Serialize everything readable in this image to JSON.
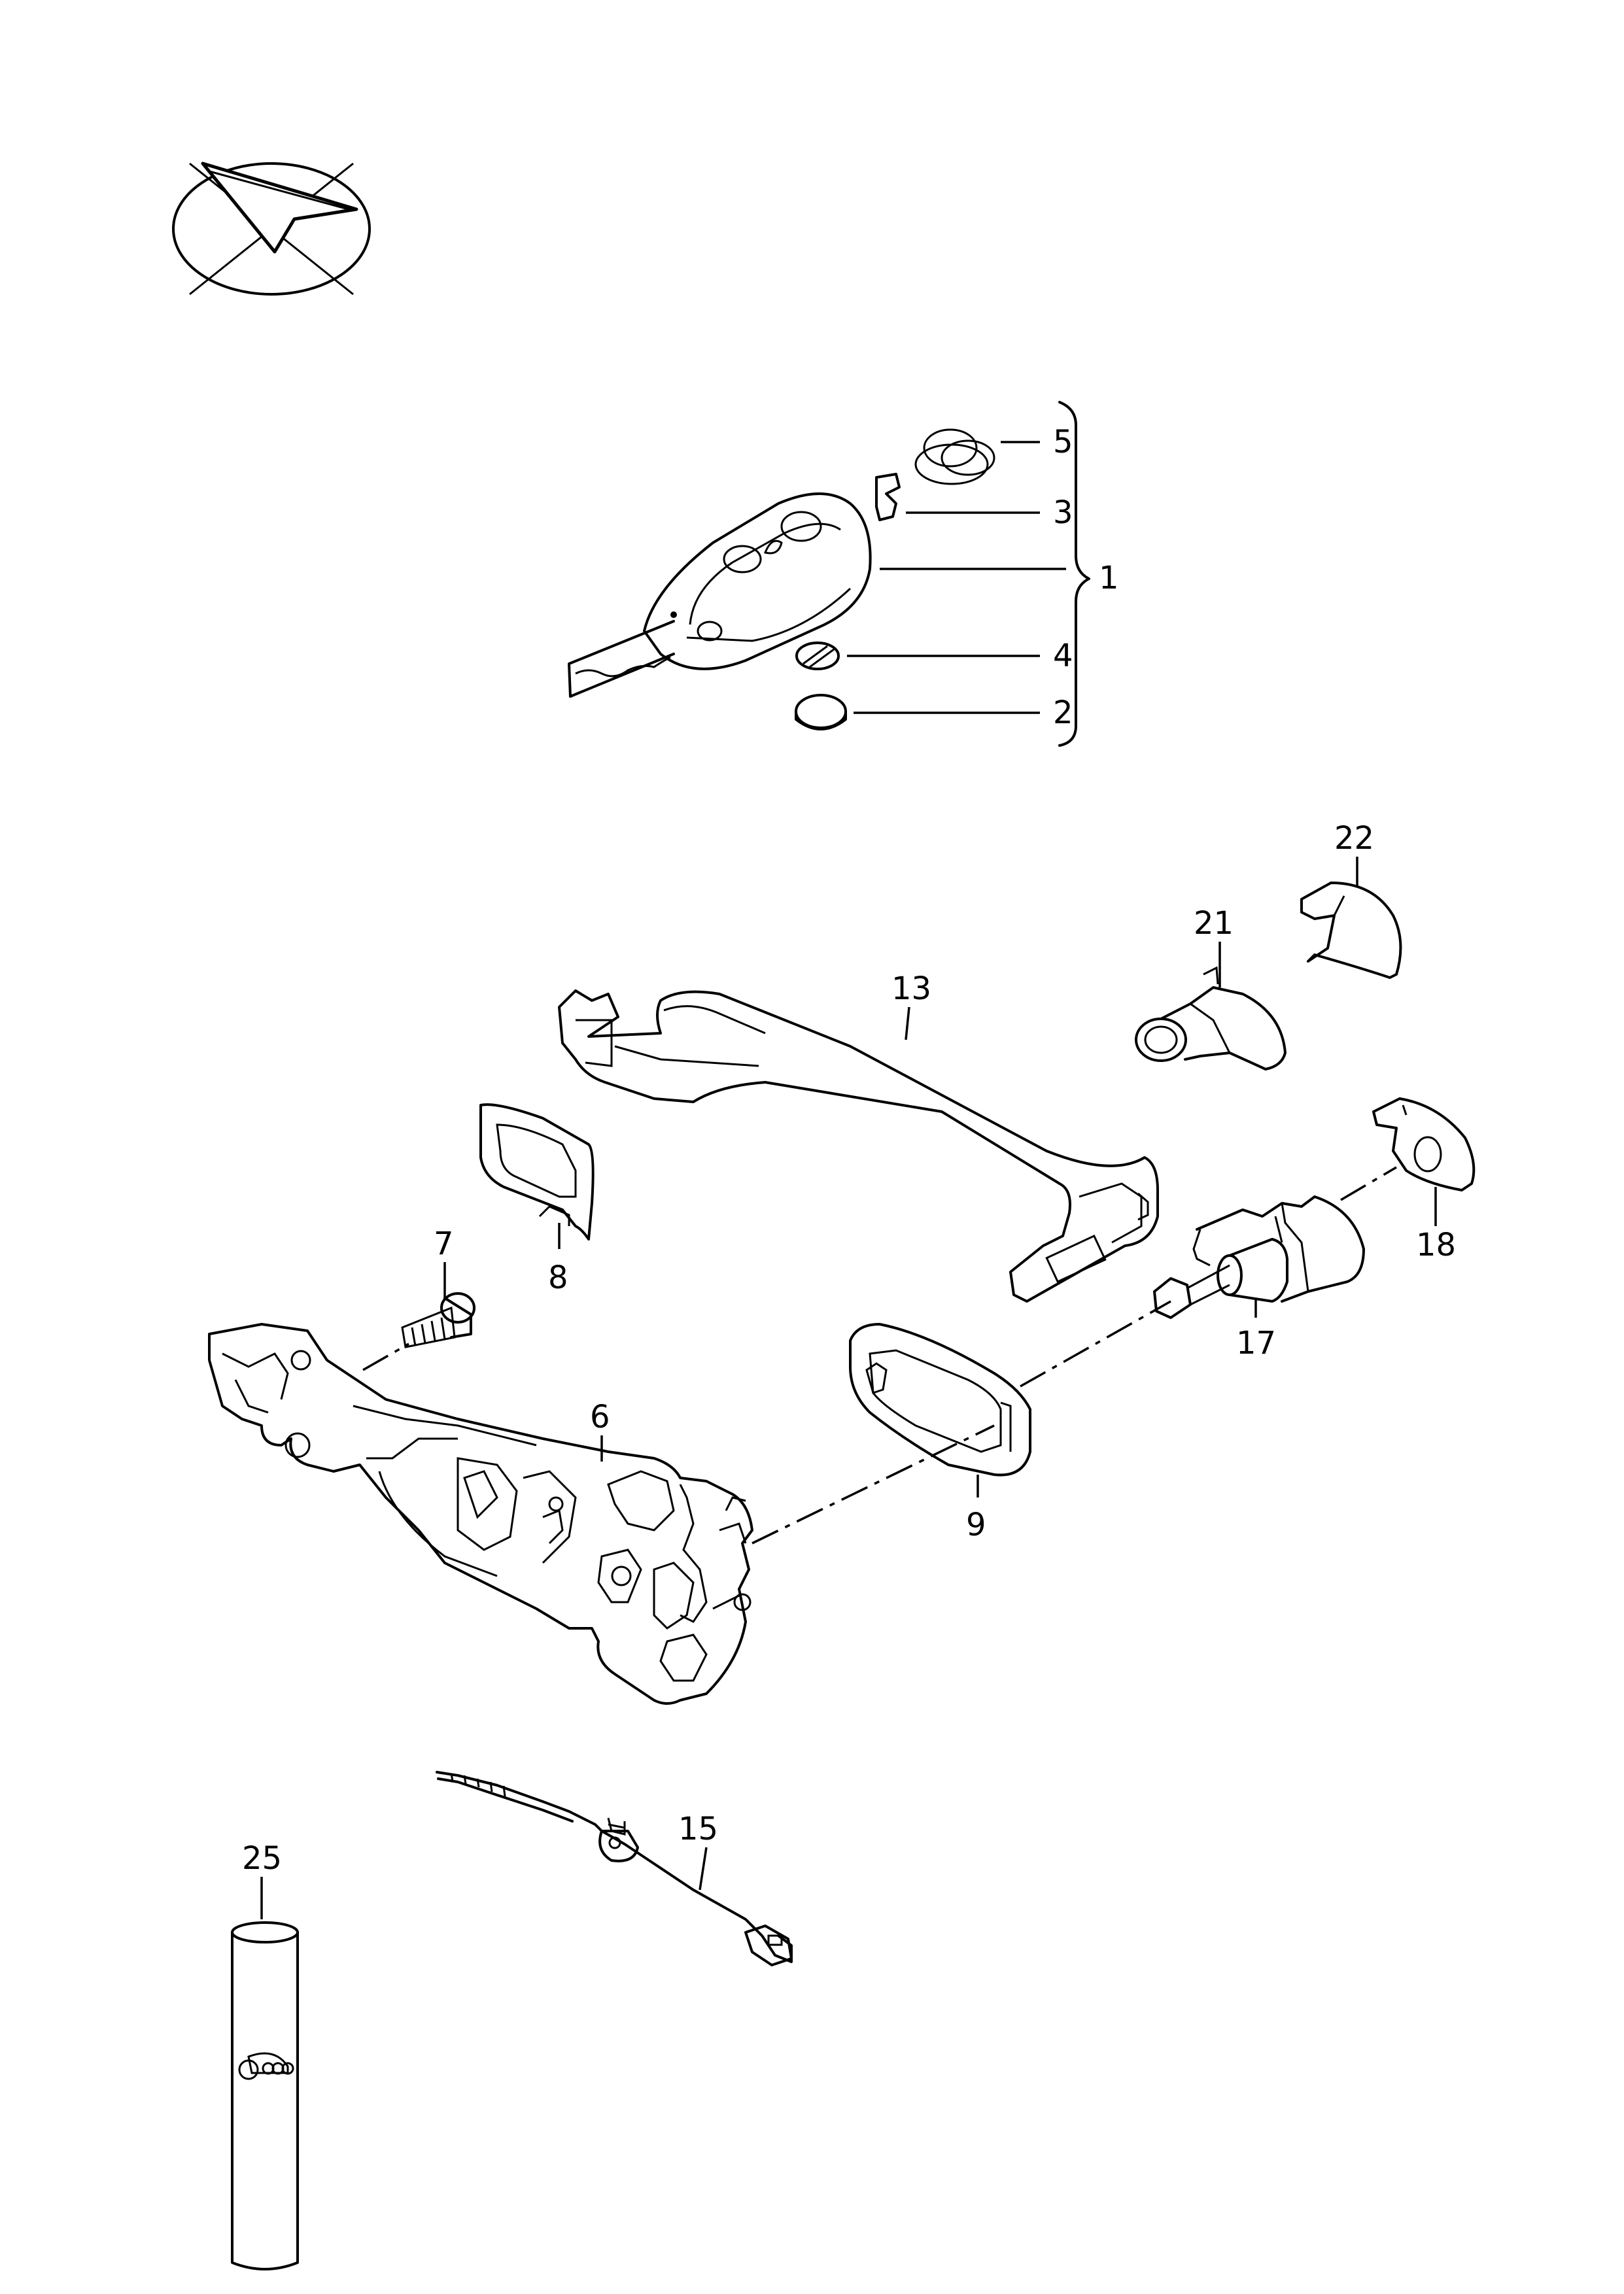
{
  "callouts": {
    "c1": "1",
    "c2": "2",
    "c3": "3",
    "c4": "4",
    "c5": "5",
    "c6": "6",
    "c7": "7",
    "c8": "8",
    "c9": "9",
    "c13": "13",
    "c15": "15",
    "c17": "17",
    "c18": "18",
    "c21": "21",
    "c22": "22",
    "c25": "25"
  }
}
